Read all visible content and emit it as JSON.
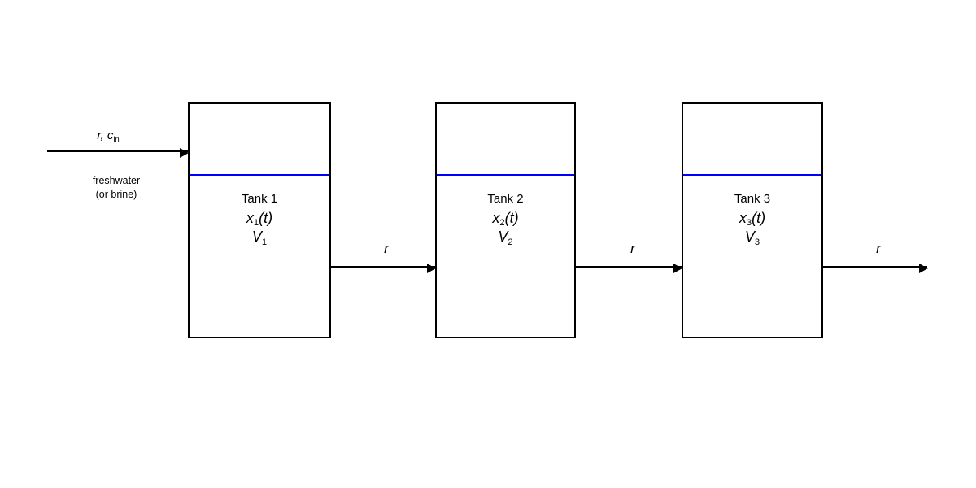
{
  "diagram": {
    "title": "Three tanks in series cascade flow diagram",
    "background_color": "#ffffff",
    "line_color": "#000000",
    "waterline_color": "#0000ff"
  },
  "inlet": {
    "rate_label": "r, c",
    "rate_subscript": "in",
    "source_line1": "freshwater",
    "source_line2": "(or brine)"
  },
  "tanks": [
    {
      "name": "Tank 1",
      "state_var": "x",
      "state_sub": "1",
      "state_arg": "(t)",
      "volume_var": "V",
      "volume_sub": "1"
    },
    {
      "name": "Tank 2",
      "state_var": "x",
      "state_sub": "2",
      "state_arg": "(t)",
      "volume_var": "V",
      "volume_sub": "2"
    },
    {
      "name": "Tank 3",
      "state_var": "x",
      "state_sub": "3",
      "state_arg": "(t)",
      "volume_var": "V",
      "volume_sub": "3"
    }
  ],
  "flows": [
    {
      "label": "r"
    },
    {
      "label": "r"
    },
    {
      "label": "r"
    }
  ]
}
